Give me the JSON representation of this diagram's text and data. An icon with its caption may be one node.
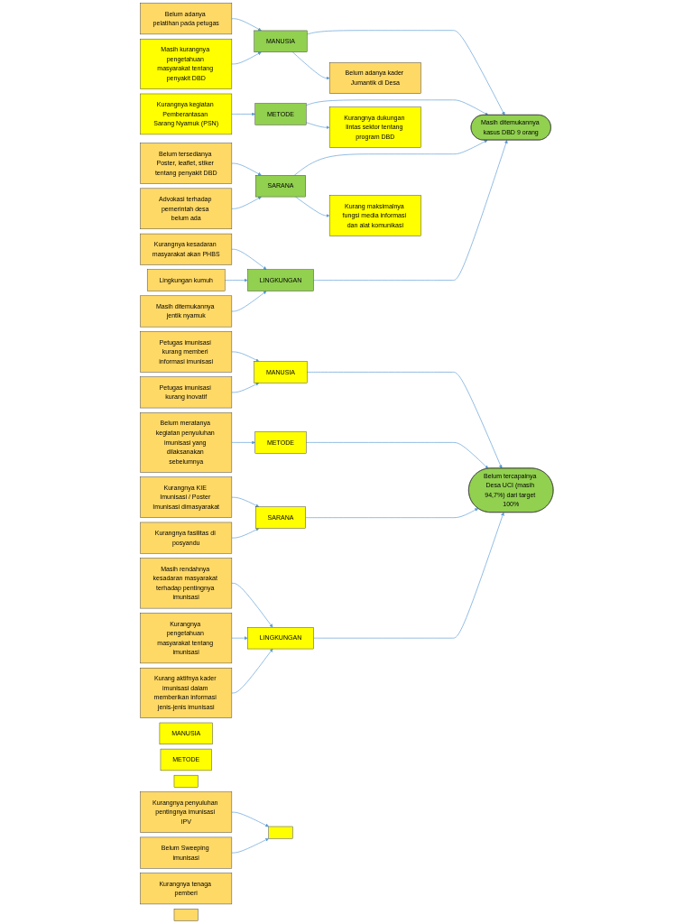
{
  "diagram": {
    "nodes": [
      {
        "text": [
          "MANUSIA"
        ]
      },
      {
        "text": [
          "Belum adanya kader Jumantik di Desa"
        ]
      },
      {
        "text": [
          "METODE"
        ]
      },
      {
        "text": [
          "Kurangnya dukungan lintas sektor tentang program DBD"
        ]
      },
      {
        "text": [
          "Belum adanya pelatihan pada petugas"
        ]
      },
      {
        "text": [
          "Kurangnya kegiatan Pemberantasan Sarang Nyamuk (PSN)"
        ]
      },
      {
        "text": [
          "Masih kurangnya pengetahuan masyarakat tentang penyakit DBD"
        ]
      },
      {
        "text": [
          "Masih ditemukannya kasus DBD 9 orang"
        ]
      },
      {
        "text": [
          "Belum tersedianya Poster, leaflet, stiker tentang penyakit DBD"
        ]
      },
      {
        "text": [
          "Kurangnya kesadaran masyarakat akan PHBS"
        ]
      },
      {
        "text": [
          "Kurang maksimalnya fungsi media informasi dan alat komunikasi"
        ]
      },
      {
        "text": [
          "Advokasi terhadap pemerintah desa belum ada"
        ]
      },
      {
        "text": [
          "Masih ditemukannya jentik nyamuk"
        ]
      },
      {
        "text": [
          "Lingkungan kumuh"
        ]
      },
      {
        "text": [
          "SARANA"
        ]
      },
      {
        "text": [
          "LINGKUNGAN"
        ]
      },
      {
        "text": [
          "MANUSIA"
        ]
      },
      {
        "text": [
          "METODE"
        ]
      },
      {
        "text": [
          "Belum meratanya kegiatan penyuluhan imunisasi yang dilaksanakan sebelumnya"
        ]
      },
      {
        "text": [
          "Petugas imunisasi kurang memberi informasi imunisasi"
        ]
      },
      {
        "text": [
          "Petugas imunisasi kurang inovatif"
        ]
      },
      {
        "text": [
          "Belum tercapainya Desa UCI (masih 94,7%) dari target 100%"
        ]
      },
      {
        "text": [
          "Kurangnya KIE Imunisasi / Poster Imunisasi dimasyarakat"
        ]
      },
      {
        "text": [
          "Masih rendahnya kesadaran masyarakat terhadap pentingnya imunisasi"
        ]
      },
      {
        "text": [
          "Kurangnya fasilitas di posyandu"
        ]
      },
      {
        "text": [
          "Kurangnya pengetahuan masyarakat tentang imunisasi"
        ]
      },
      {
        "text": [
          "Kurang aktifnya kader imunisasi dalam memberikan informasi jenis-jenis imunisasi"
        ]
      },
      {
        "text": [
          "SARANA"
        ]
      },
      {
        "text": [
          "LINGKUNGAN"
        ]
      },
      {
        "text": [
          "MANUSIA"
        ]
      },
      {
        "text": [
          "METODE"
        ]
      },
      {
        "text": [],
        "shape": "box"
      },
      {
        "text": [],
        "shape": "box"
      },
      {
        "text": [
          "Kurangnya penyuluhan pentingnya imunisasi IPV"
        ]
      },
      {
        "text": [
          "Belum Sweeping imunisasi"
        ]
      },
      {
        "text": [
          "Kurangnya tenaga pemberi"
        ]
      },
      {
        "text": [],
        "shape": "box"
      }
    ],
    "edges": [
      {
        "from": 0,
        "to": 7,
        "arrow": "to"
      },
      {
        "from": 2,
        "to": 7,
        "arrow": "to"
      },
      {
        "from": 14,
        "to": 7,
        "arrow": "to"
      },
      {
        "from": 15,
        "to": 7,
        "arrow": "to"
      },
      {
        "from": 0,
        "to": 1,
        "arrow": "to"
      },
      {
        "from": 4,
        "to": 0,
        "arrow": "to"
      },
      {
        "from": 6,
        "to": 0,
        "arrow": "to"
      },
      {
        "from": 5,
        "to": 2,
        "arrow": "to"
      },
      {
        "from": 2,
        "to": 3,
        "arrow": "to"
      },
      {
        "from": 14,
        "to": 10,
        "arrow": "to"
      },
      {
        "from": 8,
        "to": 14,
        "arrow": "to"
      },
      {
        "from": 11,
        "to": 14,
        "arrow": "to"
      },
      {
        "from": 9,
        "to": 15,
        "arrow": "to"
      },
      {
        "from": 13,
        "to": 15,
        "arrow": "to"
      },
      {
        "from": 12,
        "to": 15,
        "arrow": "to"
      },
      {
        "from": 16,
        "to": 21,
        "arrow": "to"
      },
      {
        "from": 17,
        "to": 21,
        "arrow": "to"
      },
      {
        "from": 27,
        "to": 21,
        "arrow": "to"
      },
      {
        "from": 28,
        "to": 21,
        "arrow": "to"
      },
      {
        "from": 19,
        "to": 16,
        "arrow": "to"
      },
      {
        "from": 20,
        "to": 16,
        "arrow": "to"
      },
      {
        "from": 18,
        "to": 17,
        "arrow": "to"
      },
      {
        "from": 22,
        "to": 27,
        "arrow": "to"
      },
      {
        "from": 24,
        "to": 27,
        "arrow": "to"
      },
      {
        "from": 23,
        "to": 28,
        "arrow": "to"
      },
      {
        "from": 25,
        "to": 28,
        "arrow": "to"
      },
      {
        "from": 26,
        "to": 28,
        "arrow": "to"
      },
      {
        "from": 33,
        "to": 32,
        "arrow": "to"
      },
      {
        "from": 34,
        "to": 32,
        "arrow": "to"
      }
    ]
  }
}
